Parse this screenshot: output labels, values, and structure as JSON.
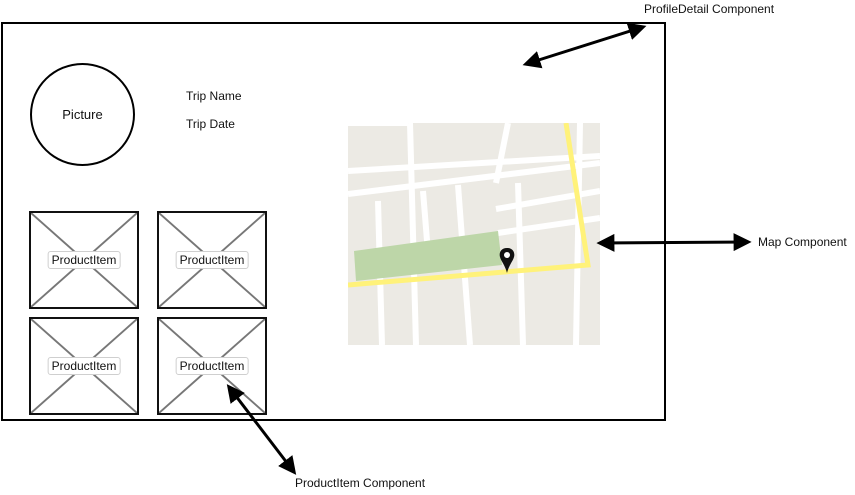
{
  "profile_detail": {
    "picture_label": "Picture",
    "trip_name": "Trip Name",
    "trip_date": "Trip Date"
  },
  "products": [
    {
      "label": "ProductItem"
    },
    {
      "label": "ProductItem"
    },
    {
      "label": "ProductItem"
    },
    {
      "label": "ProductItem"
    }
  ],
  "callouts": {
    "profile_detail": "ProfileDetail Component",
    "map": "Map Component",
    "product_item": "ProductItem Component"
  },
  "colors": {
    "map_background": "#eceae4",
    "map_street": "#ffffff",
    "map_route": "#fff27a",
    "map_park": "#bdd6a8",
    "marker": "#111111"
  },
  "icons": {
    "marker": "location-pin-icon",
    "placeholder": "image-placeholder-icon",
    "arrow": "double-headed-arrow-icon"
  }
}
